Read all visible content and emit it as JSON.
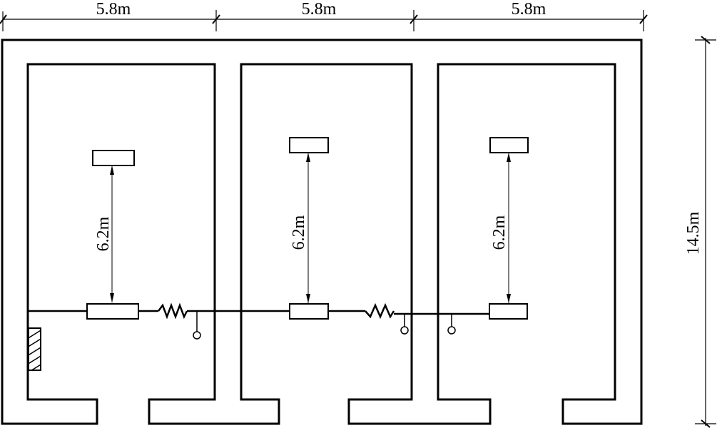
{
  "dimensions": {
    "widths": [
      {
        "id": "room-1",
        "label": "5.8m"
      },
      {
        "id": "room-2",
        "label": "5.8m"
      },
      {
        "id": "room-3",
        "label": "5.8m"
      }
    ],
    "height": {
      "label": "14.5m"
    },
    "verticals": [
      {
        "id": "room-1",
        "label": "6.2m"
      },
      {
        "id": "room-2",
        "label": "6.2m"
      },
      {
        "id": "room-3",
        "label": "6.2m"
      }
    ]
  },
  "colors": {
    "line": "#000000",
    "background": "#ffffff"
  }
}
